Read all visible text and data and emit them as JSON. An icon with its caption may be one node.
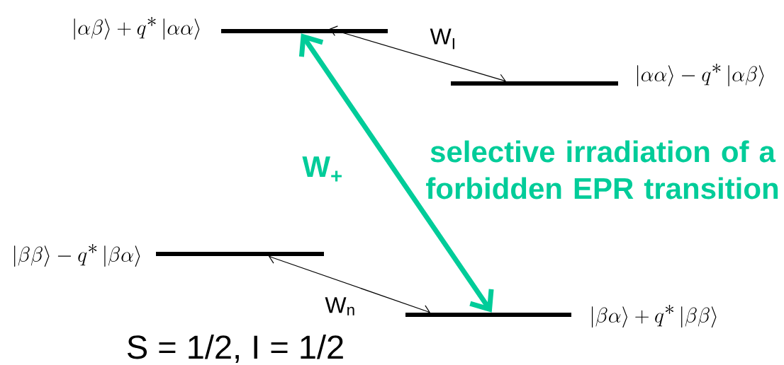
{
  "diagram": {
    "nodes": [
      {
        "text": [],
        "shape": "bar",
        "beside": [
          "\\left|\\alpha\\beta\\right\\rangle+q^{*}\\left|\\alpha\\alpha\\right\\rangle"
        ]
      },
      {
        "text": [],
        "shape": "bar",
        "beside": [
          "\\left|\\alpha\\alpha\\right\\rangle-q^{*}\\left|\\alpha\\beta\\right\\rangle"
        ]
      },
      {
        "text": [],
        "shape": "bar",
        "beside": [
          "\\left|\\beta\\beta\\right\\rangle-q^{*}\\left|\\beta\\alpha\\right\\rangle"
        ]
      },
      {
        "text": [],
        "shape": "bar",
        "beside": [
          "\\left|\\beta\\alpha\\right\\rangle+q^{*}\\left|\\beta\\beta\\right\\rangle"
        ]
      }
    ],
    "edges": [
      {
        "from": 0,
        "to": 1,
        "arrow": "both",
        "label": "W$_{I}$"
      },
      {
        "from": 2,
        "to": 3,
        "arrow": "both",
        "label": "W$_{n}$"
      },
      {
        "from": 0,
        "to": 3,
        "arrow": "both",
        "label": "W$_{+}$",
        "style": "thick",
        "color": "#00cc99"
      }
    ],
    "labels": [
      "selective irradiation of a forbidden EPR transition",
      "S = 1/2, I = 1/2"
    ]
  }
}
